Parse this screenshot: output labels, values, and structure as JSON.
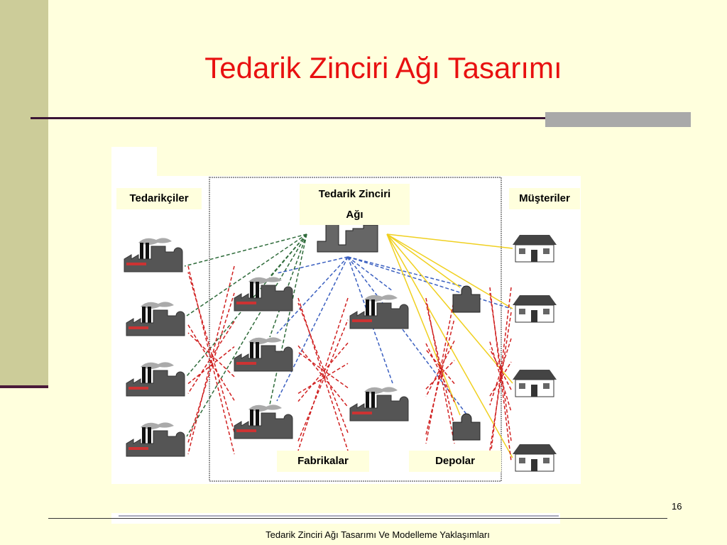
{
  "title": "Tedarik Zinciri Ağı Tasarımı",
  "diagram": {
    "suppliers_label": "Tedarikçiler",
    "network_label_line1": "Tedarik Zinciri",
    "network_label_line2": "Ağı",
    "customers_label": "Müşteriler",
    "plants_label": "Fabrikalar",
    "warehouses_label": "Depolar"
  },
  "page_number": "16",
  "footer": "Tedarik Zinciri Ağı Tasarımı Ve Modelleme Yaklaşımları",
  "colors": {
    "title": "#e81010",
    "background": "#ffffdd",
    "sidebar": "#cccc99"
  }
}
